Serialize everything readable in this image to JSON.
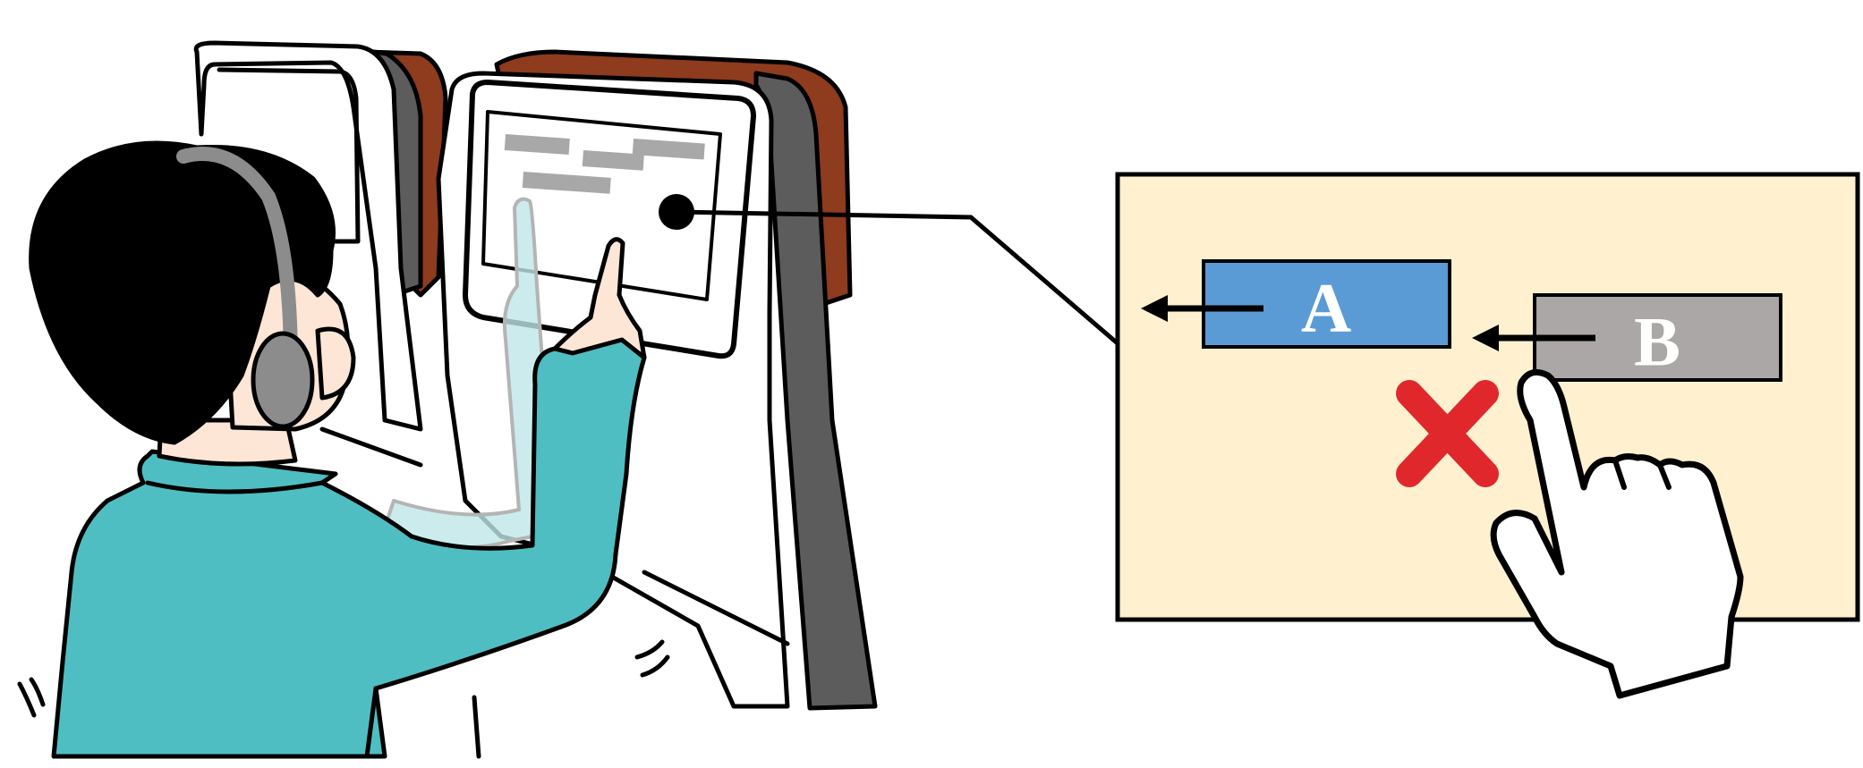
{
  "colors": {
    "background": "#ffffff",
    "outline": "#000000",
    "panel_fill": "#fff1cf",
    "button_a": "#5b9bd5",
    "button_b": "#aaa7a6",
    "cross": "#e0282c",
    "shirt": "#4fbec2",
    "shirt_ghost": "#bfe6e8",
    "skin": "#fde6d6",
    "hair": "#000000",
    "headphone": "#8c8c8c",
    "seat_red": "#8e3b1e",
    "seat_strap": "#5c5c5c",
    "screen_placeholder": "#a8a8a8"
  },
  "illustration": {
    "person": "passenger-wearing-headphones",
    "device": "seatback-touchscreen",
    "gesture": "swipe-left-on-screen"
  },
  "zoom_panel": {
    "button_a": {
      "label": "A",
      "arrow": "left"
    },
    "button_b": {
      "label": "B",
      "arrow": "left",
      "overlay": "cross-icon",
      "gesture": "pointing-hand-icon"
    }
  }
}
